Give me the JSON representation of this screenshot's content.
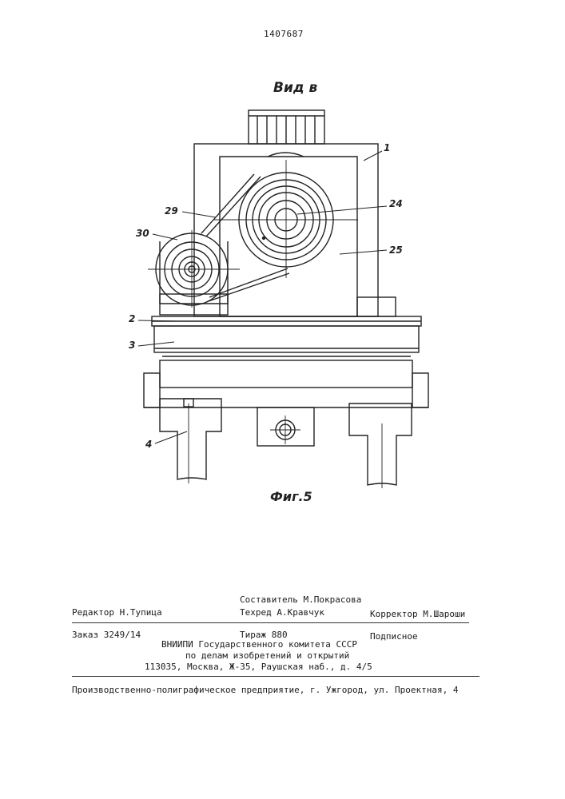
{
  "patent_number": "1407687",
  "view_label": "Вид в",
  "figure_label": "Фиг.5",
  "callouts": [
    "1",
    "24",
    "29",
    "30",
    "25",
    "2",
    "3",
    "4"
  ],
  "imprint": {
    "editor": "Редактор Н.Тупица",
    "compiler": "Составитель М.Покрасова",
    "techred": "Техред А.Кравчук",
    "corrector": "Корректор М.Шароши",
    "order": "Заказ 3249/14",
    "circulation": "Тираж 880",
    "subscription": "Подписное",
    "org1": "ВНИИПИ Государственного комитета СССР",
    "org2": "по делам изобретений и открытий",
    "address": "113035, Москва, Ж-35, Раушская наб., д. 4/5",
    "printer": "Производственно-полиграфическое предприятие, г. Ужгород, ул. Проектная, 4"
  }
}
